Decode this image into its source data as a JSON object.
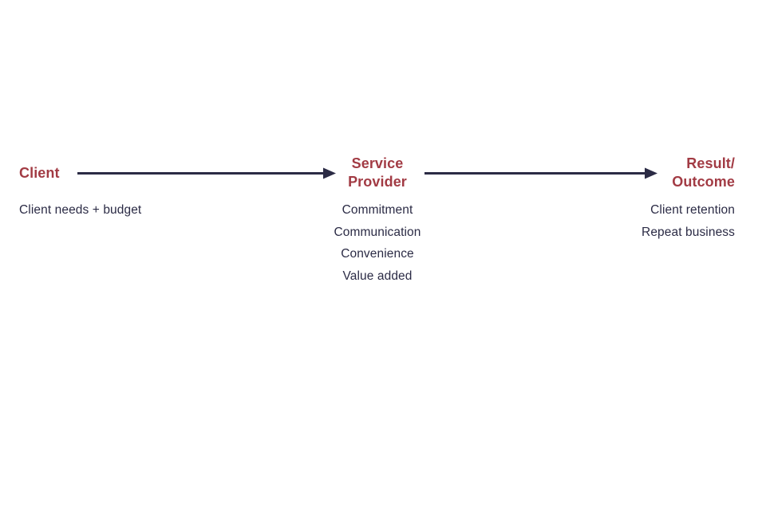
{
  "diagram": {
    "stages": [
      {
        "id": "client",
        "heading_lines": [
          "Client"
        ],
        "items": [
          "Client needs + budget"
        ]
      },
      {
        "id": "service-provider",
        "heading_lines": [
          "Service",
          "Provider"
        ],
        "items": [
          "Commitment",
          "Communication",
          "Convenience",
          "Value added"
        ]
      },
      {
        "id": "result-outcome",
        "heading_lines": [
          "Result/",
          "Outcome"
        ],
        "items": [
          "Client retention",
          "Repeat business"
        ]
      }
    ],
    "arrows": [
      {
        "from": "client",
        "to": "service-provider"
      },
      {
        "from": "service-provider",
        "to": "result-outcome"
      }
    ],
    "colors": {
      "heading": "#A23B44",
      "text": "#2B2B45",
      "arrow": "#2B2B45",
      "background": "#FFFFFF"
    }
  }
}
